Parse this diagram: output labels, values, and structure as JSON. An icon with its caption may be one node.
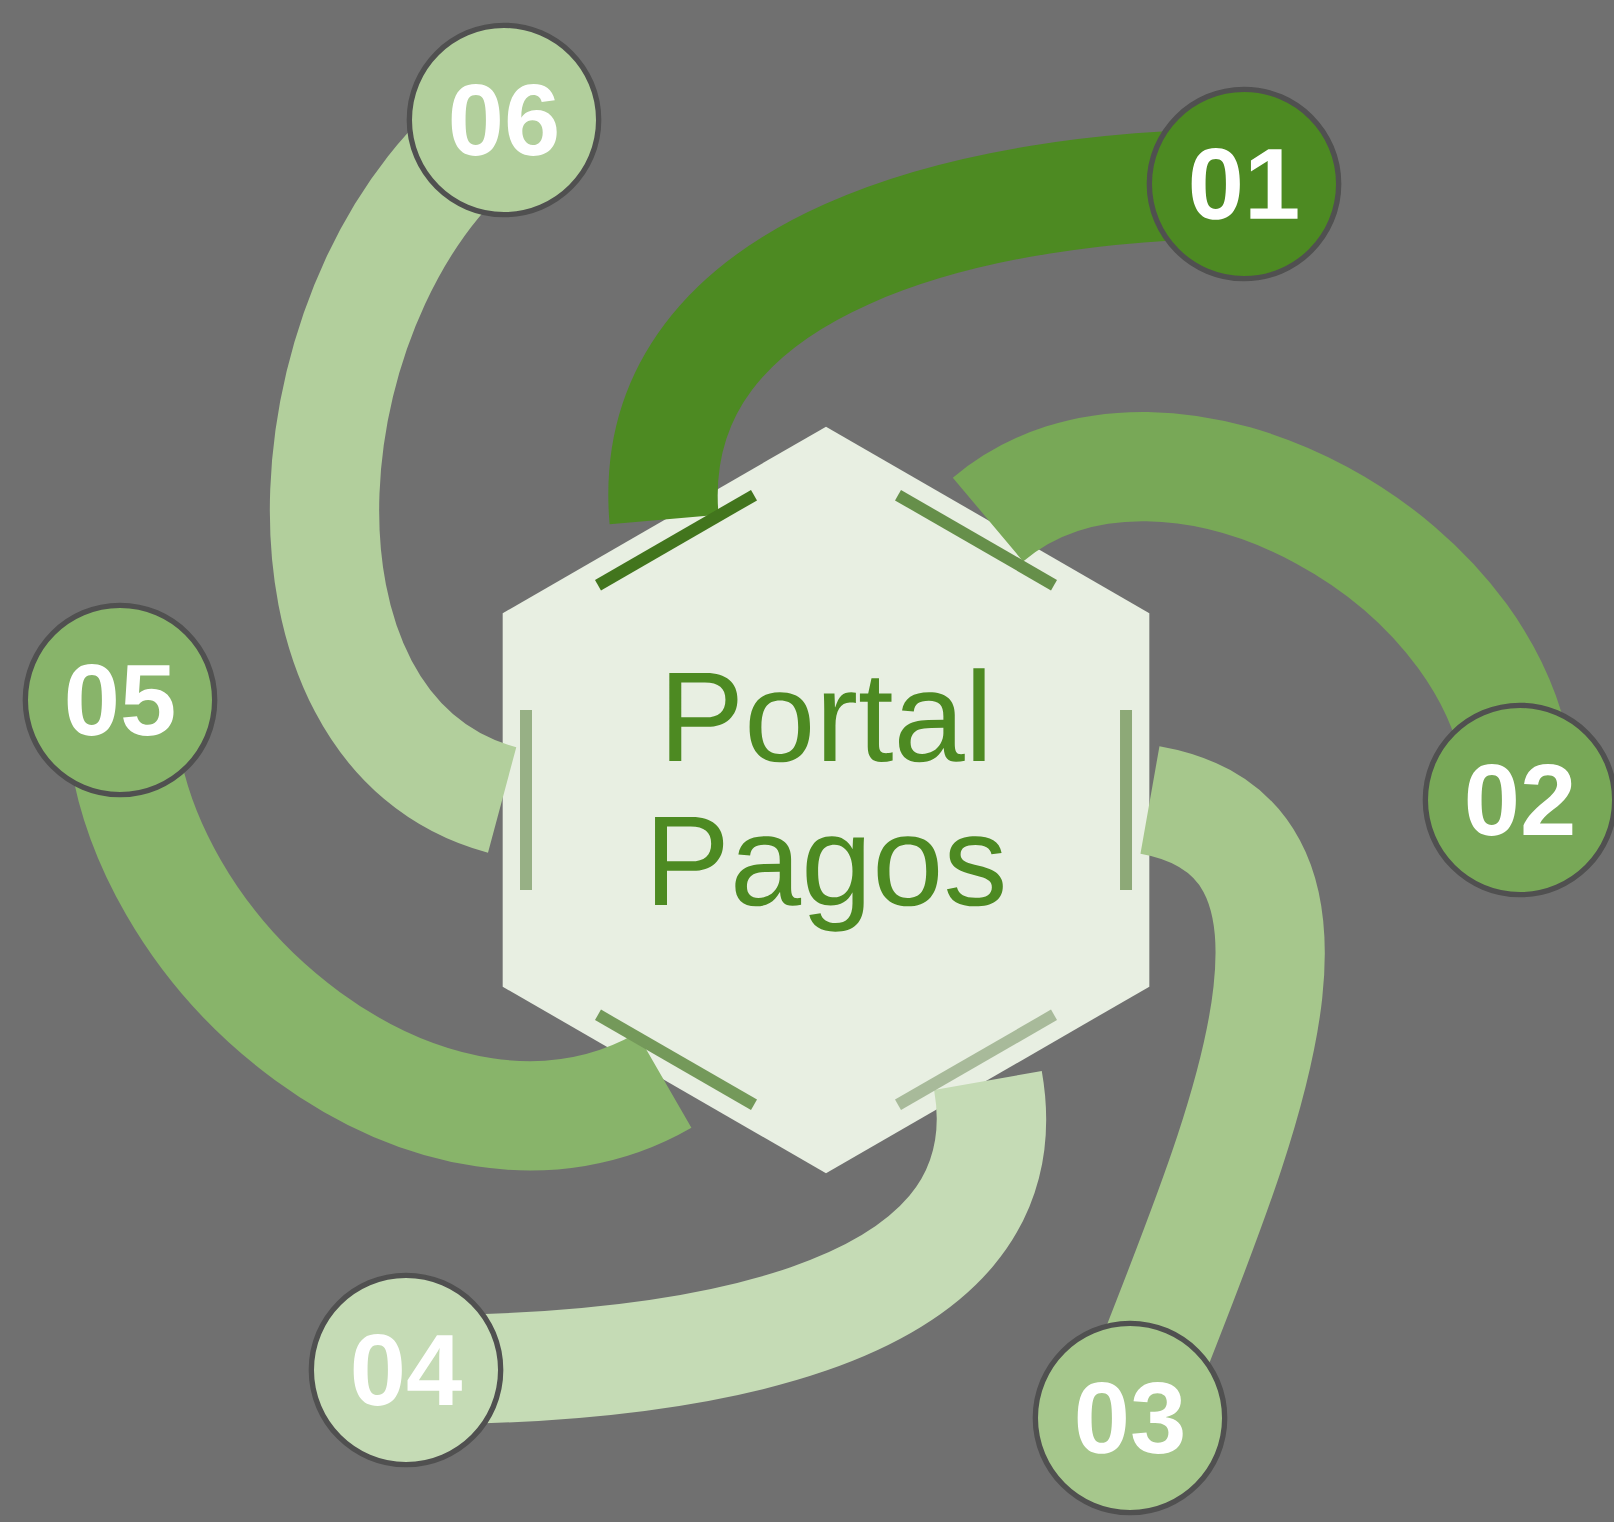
{
  "diagram": {
    "nodes": [
      {
        "text": [
          "Portal Pagos"
        ]
      },
      {
        "text": [
          "01"
        ]
      },
      {
        "text": [
          "02"
        ]
      },
      {
        "text": [
          "03"
        ]
      },
      {
        "text": [
          "04"
        ]
      },
      {
        "text": [
          "05"
        ]
      },
      {
        "text": [
          "06"
        ]
      }
    ]
  }
}
